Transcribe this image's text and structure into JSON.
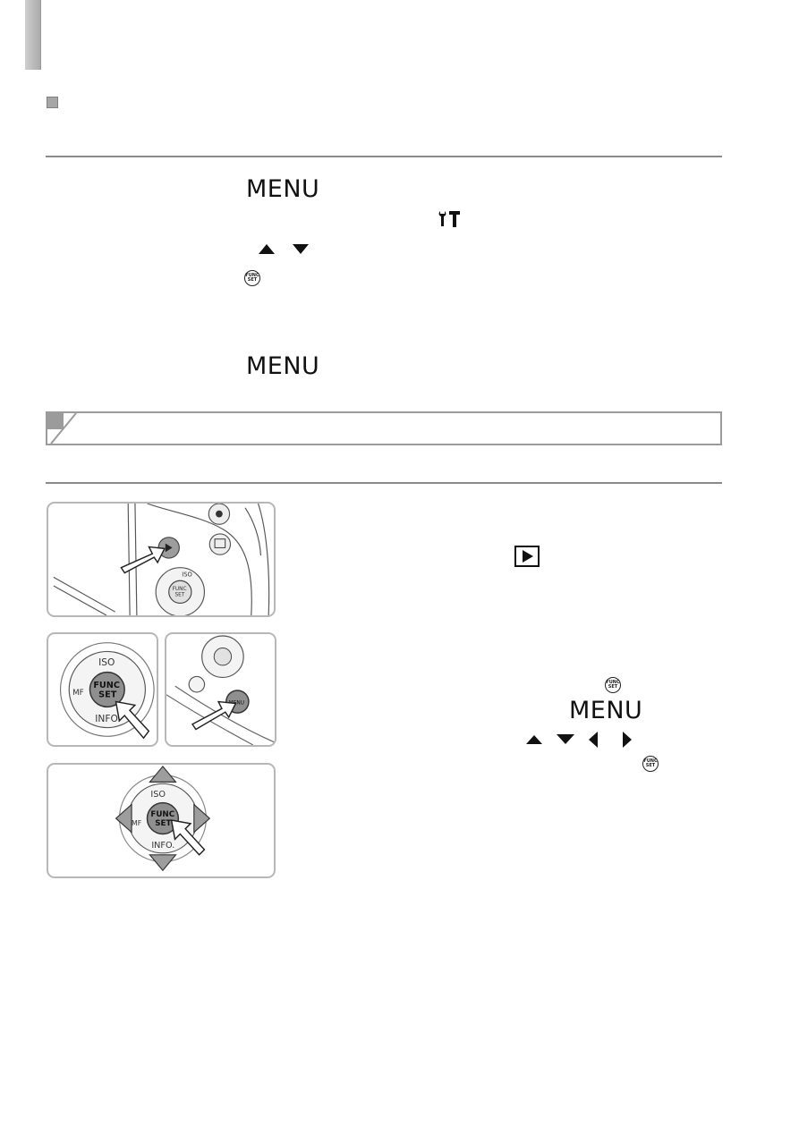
{
  "header": {
    "corner_tab_icon": "page-corner-tab"
  },
  "section_1": {
    "bullet_icon": "square-bullet-icon",
    "menu_label_1": "MENU",
    "menu_label_2": "MENU",
    "tool_icon": "setup-tools-icon",
    "arrows_icon": "up-down-arrows-icon",
    "func_icon": "func-set-icon",
    "func_lines": [
      "FUNC",
      "SET"
    ]
  },
  "section_2": {
    "header_icon": "section-header-chip",
    "step_1": {
      "illustration": "press-playback-button",
      "playback_icon": "playback-icon"
    },
    "step_2": {
      "illustration_left": "press-func-set-button",
      "illustration_right": "press-menu-button",
      "func_icon": "func-set-icon",
      "menu_label": "MENU",
      "arrows_icon": "four-direction-arrows-icon",
      "func_icon_2": "func-set-icon"
    },
    "step_3": {
      "illustration": "control-dial-directions"
    },
    "dial_labels": {
      "iso": "ISO",
      "info": "INFO.",
      "func": "FUNC.",
      "set": "SET",
      "mf": "MF",
      "menu": "MENU"
    }
  },
  "colors": {
    "rule": "#8a8a8a",
    "frame": "#b7b7b7",
    "chip": "#9b9b9b",
    "ink": "#1a1a1a"
  }
}
